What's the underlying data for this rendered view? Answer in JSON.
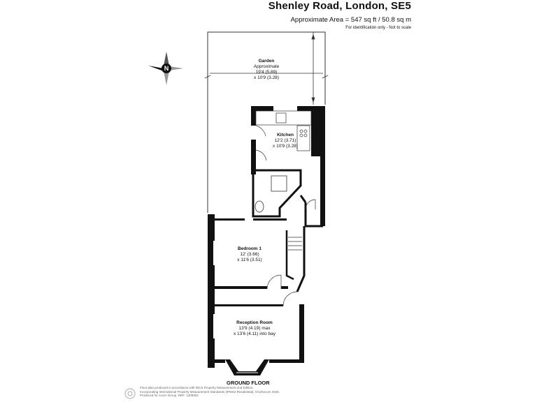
{
  "header": {
    "title": "Shenley Road, London, SE5",
    "area": "Approximate Area = 547 sq ft / 50.8 sq m",
    "note": "For identification only - Not to scale"
  },
  "rooms": {
    "garden": {
      "name": "Garden",
      "l1": "Approximate",
      "l2": "19'4 (5.89)",
      "l3": "x 10'9 (3.28)"
    },
    "kitchen": {
      "name": "Kitchen",
      "l1": "12'2 (3.71)",
      "l2": "x 10'9 (3.28)"
    },
    "bedroom": {
      "name": "Bedroom 1",
      "l1": "12' (3.66)",
      "l2": "x 11'6 (3.51)"
    },
    "reception": {
      "name": "Reception Room",
      "l1": "13'9 (4.19) max",
      "l2": "x 13'6 (4.11) into bay"
    }
  },
  "floor_label": "GROUND FLOOR",
  "compass_letter": "N",
  "footer": {
    "line1": "Floor plan produced in accordance with RICS Property Measurement 2nd Edition,",
    "line2": "Incorporating International Property Measurement Standards (IPMS2 Residential). ©nichecom 2025.",
    "line3": "Produced for Acorn Group.   REF: 1309304"
  }
}
